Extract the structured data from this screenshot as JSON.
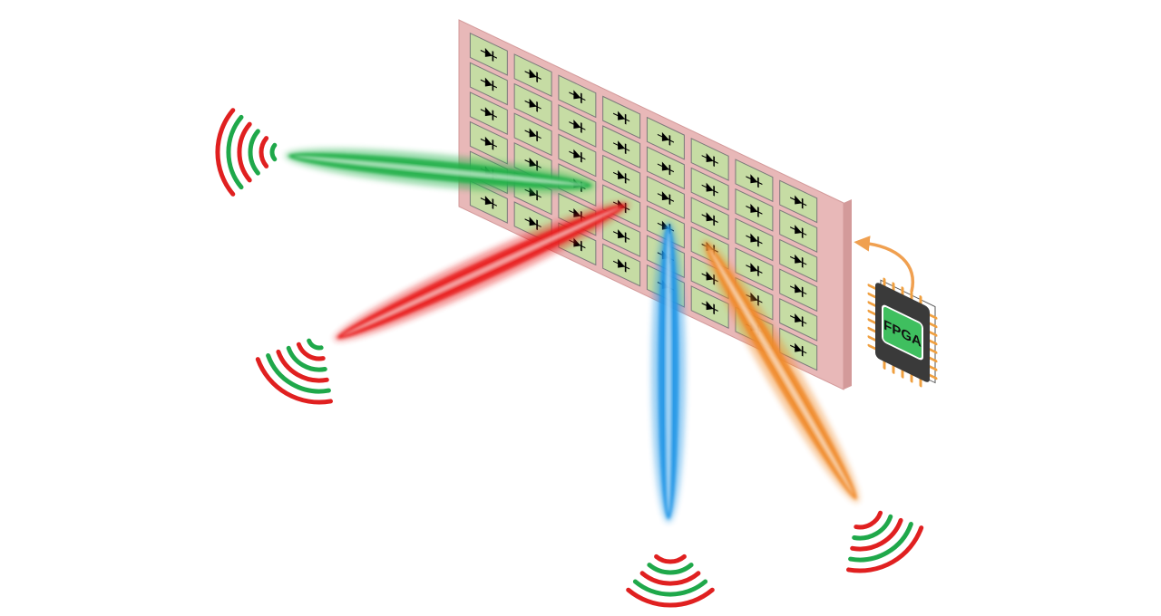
{
  "diagram": {
    "fpga_label": "FPGA",
    "colors": {
      "panel_face": "#e8b8b8",
      "panel_edge": "#d39a9a",
      "cell_fill": "#c6dca4",
      "cell_stroke": "#7a7a7a",
      "diode": "#000000",
      "chip_body": "#3a3a3a",
      "chip_label_bg": "#3fbf5f",
      "chip_pins": "#f0a040",
      "arrow": "#f0a050",
      "wave_red": "#e02020",
      "wave_green": "#1fa84a"
    },
    "beams": [
      {
        "name": "green-beam",
        "color": "#22b04a"
      },
      {
        "name": "red-beam",
        "color": "#e81e1e"
      },
      {
        "name": "blue-beam",
        "color": "#2196e6"
      },
      {
        "name": "orange-beam",
        "color": "#f08a2a"
      }
    ],
    "array": {
      "rows": 6,
      "cols": 8,
      "element_icon": "varactor-diode-icon"
    },
    "receivers": [
      {
        "name": "receiver-upper-left",
        "icon": "wireless-signal-icon"
      },
      {
        "name": "receiver-lower-left",
        "icon": "wireless-signal-icon"
      },
      {
        "name": "receiver-bottom-center",
        "icon": "wireless-signal-icon"
      },
      {
        "name": "receiver-bottom-right",
        "icon": "wireless-signal-icon"
      }
    ]
  }
}
